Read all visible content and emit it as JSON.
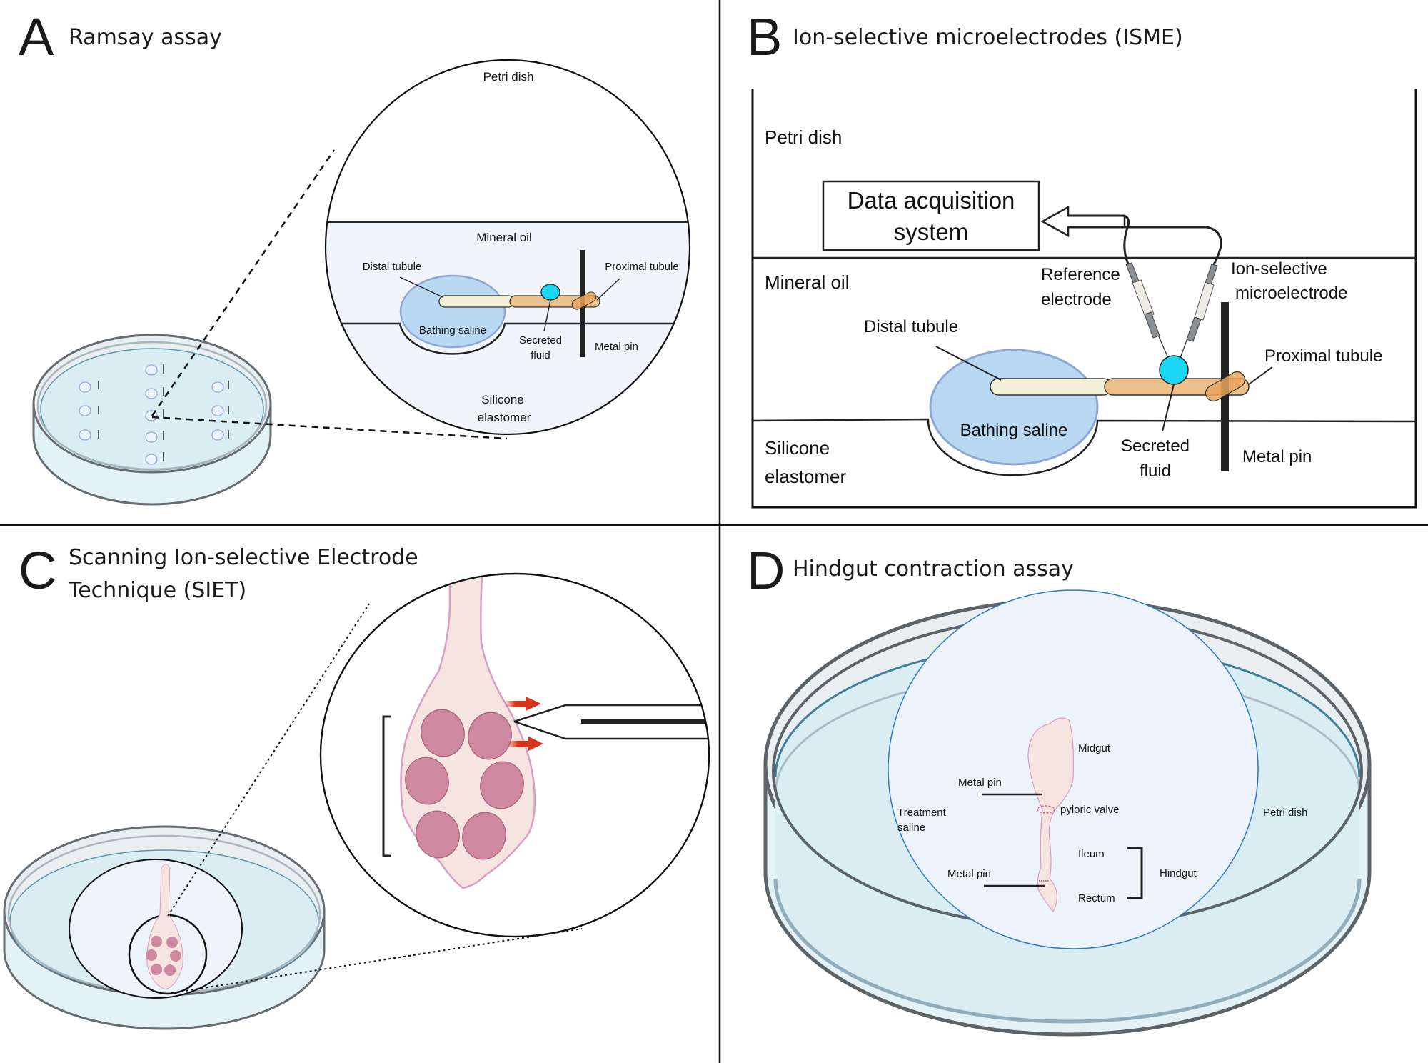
{
  "figure": {
    "panels": [
      {
        "letter": "A",
        "title": "Ramsay assay",
        "labels": {
          "petri_dish": "Petri dish",
          "mineral_oil": "Mineral oil",
          "distal_tubule": "Distal tubule",
          "proximal_tubule": "Proximal tubule",
          "bathing_saline": "Bathing saline",
          "secreted_fluid_1": "Secreted",
          "secreted_fluid_2": "fluid",
          "metal_pin": "Metal pin",
          "silicone_1": "Silicone",
          "silicone_2": "elastomer"
        }
      },
      {
        "letter": "B",
        "title": "Ion-selective microelectrodes (ISME)",
        "labels": {
          "petri_dish": "Petri dish",
          "data_acq_1": "Data acquisition",
          "data_acq_2": "system",
          "mineral_oil": "Mineral oil",
          "reference_1": "Reference",
          "reference_2": "electrode",
          "ism_1": "Ion-selective",
          "ism_2": "microelectrode",
          "distal_tubule": "Distal tubule",
          "proximal_tubule": "Proximal tubule",
          "bathing_saline": "Bathing saline",
          "secreted_fluid_1": "Secreted",
          "secreted_fluid_2": "fluid",
          "metal_pin": "Metal pin",
          "silicone_1": "Silicone",
          "silicone_2": "elastomer"
        }
      },
      {
        "letter": "C",
        "title_line1": "Scanning Ion-selective Electrode",
        "title_line2": "Technique (SIET)"
      },
      {
        "letter": "D",
        "title": "Hindgut contraction assay",
        "labels": {
          "midgut": "Midgut",
          "metal_pin_top": "Metal pin",
          "pyloric_valve": "pyloric valve",
          "treatment_1": "Treatment",
          "treatment_2": "saline",
          "ileum": "Ileum",
          "hindgut": "Hindgut",
          "metal_pin_bottom": "Metal pin",
          "rectum": "Rectum",
          "petri_dish": "Petri dish"
        }
      }
    ],
    "colors": {
      "saline_blue": "#b9d9f2",
      "saline_stroke": "#8ea6d8",
      "distal_tubule": "#f3f1d8",
      "proximal_tubule": "#ebc08a",
      "secreted_drop": "#1ad8f5",
      "tissue_pink": "#f6e4e1",
      "tissue_stroke": "#d89ec8",
      "nuclei": "#ce889f",
      "flux_arrow": "#d9321a",
      "dish_water": "#d8ecf2",
      "oil_fill": "#f1f5fb"
    }
  }
}
